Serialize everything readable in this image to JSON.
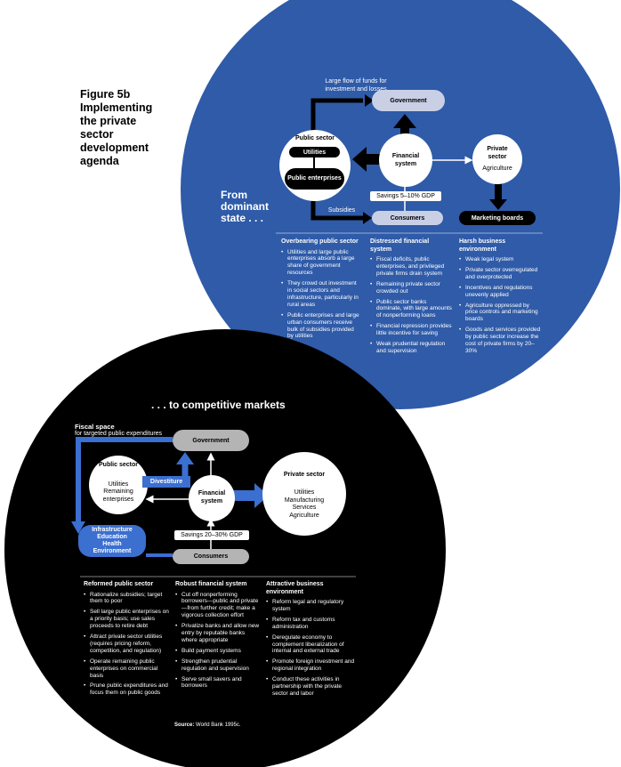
{
  "figure": {
    "title_lines": [
      "Figure 5b",
      "Implementing",
      "the private",
      "sector",
      "development",
      "agenda"
    ]
  },
  "colors": {
    "blue_circle": "#2f5ba8",
    "black_circle": "#000000",
    "pill_light": "#c9d0e6",
    "pill_gray": "#b4b4b4",
    "accent_blue": "#3b6fd0"
  },
  "top": {
    "heading_lines": [
      "From",
      "dominant",
      "state . . ."
    ],
    "flow_label": "Large flow of funds for investment and losses",
    "government": "Government",
    "public_sector": "Public sector",
    "utilities": "Utilities",
    "public_enterprises": "Public enterprises",
    "financial_system": "Financial system",
    "private_sector": "Private sector",
    "agriculture": "Agriculture",
    "savings": "Savings 5–10% GDP",
    "subsidies": "Subsidies",
    "consumers": "Consumers",
    "marketing_boards": "Marketing boards",
    "columns": [
      {
        "heading": "Overbearing public sector",
        "bullets": [
          "Utilities and large public enterprises absorb a large share of government resources",
          "They crowd out investment in social sectors and infrastructure, particularly in rural areas",
          "Public enterprises and large urban consumers receive bulk of subsidies provided by utilities"
        ]
      },
      {
        "heading": "Distressed financial system",
        "bullets": [
          "Fiscal deficits, public enterprises, and privileged private firms drain system",
          "Remaining private sector crowded out",
          "Public sector banks dominate, with large amounts of nonperforming loans",
          "Financial repression provides little incentive for saving",
          "Weak prudential regulation and supervision"
        ]
      },
      {
        "heading": "Harsh business environment",
        "bullets": [
          "Weak legal system",
          "Private sector overregulated and overprotected",
          "Incentives and regulations unevenly applied",
          "Agriculture oppressed by price controls and marketing boards",
          "Goods and services provided by public sector increase the cost of private firms by 20–30%"
        ]
      }
    ]
  },
  "bottom": {
    "heading": ". . . to competitive markets",
    "fiscal_space": "Fiscal space",
    "fiscal_space_sub": "for targeted public expenditures",
    "government": "Government",
    "public_sector": "Public sector",
    "utilities": "Utilities",
    "remaining_enterprises": "Remaining enterprises",
    "divestiture": "Divestiture",
    "financial_system": "Financial system",
    "private_sector": "Private sector",
    "private_items": [
      "Utilities",
      "Manufacturing",
      "Services",
      "Agriculture"
    ],
    "infra_items": [
      "Infrastructure",
      "Education",
      "Health",
      "Environment"
    ],
    "savings": "Savings 20–30% GDP",
    "consumers": "Consumers",
    "columns": [
      {
        "heading": "Reformed public sector",
        "bullets": [
          "Rationalize subsidies; target them to poor",
          "Sell large public enterprises on a priority basis; use sales proceeds to retire debt",
          "Attract private sector utilities (requires pricing reform, competition, and regulation)",
          "Operate remaining public enterprises on commercial basis",
          "Prune public expenditures and focus them on public goods"
        ]
      },
      {
        "heading": "Robust financial system",
        "bullets": [
          "Cut off nonperforming borrowers—public and private—from further credit; make a vigorous collection effort",
          "Privatize banks and allow new entry by reputable banks where appropriate",
          "Build payment systems",
          "Strengthen prudential regulation and supervision",
          "Serve small savers and borrowers"
        ]
      },
      {
        "heading": "Attractive business environment",
        "bullets": [
          "Reform legal and regulatory system",
          "Reform tax and customs administration",
          "Deregulate economy to complement liberalization of internal and external trade",
          "Promote foreign investment and regional integration",
          "Conduct these activities in partnership with the private sector and labor"
        ]
      }
    ],
    "source_label": "Source:",
    "source_text": "World Bank 1995c."
  }
}
